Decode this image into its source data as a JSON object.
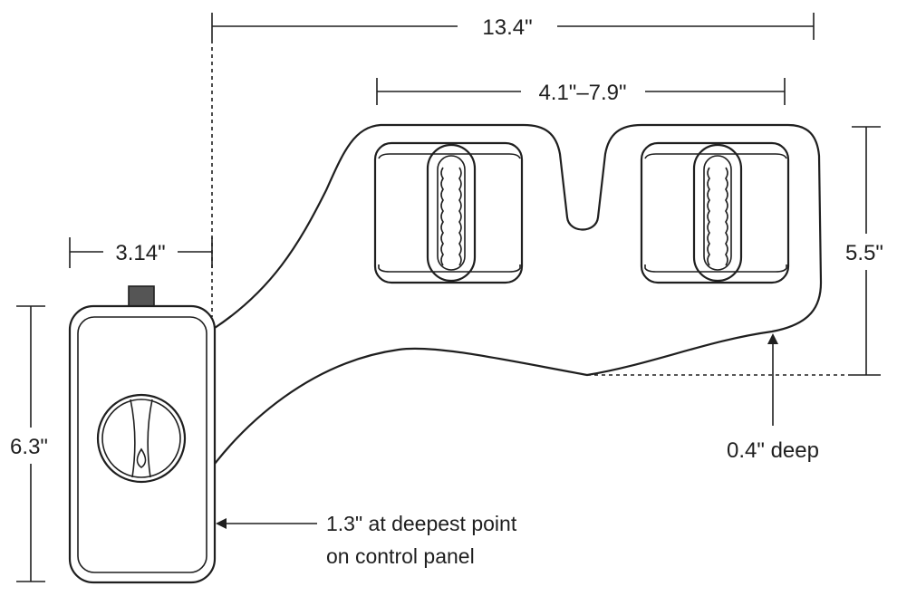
{
  "dimensions": {
    "overall_width": "13.4\"",
    "pad_spacing": "4.1\"–7.9\"",
    "panel_width": "3.14\"",
    "body_height": "5.5\"",
    "panel_height": "6.3\"",
    "plate_depth": "0.4\" deep"
  },
  "notes": {
    "panel_depth_line1": "1.3\" at deepest point",
    "panel_depth_line2": "on control panel"
  },
  "colors": {
    "line": "#1f1f1f",
    "knob_cap": "#555555",
    "background": "#ffffff"
  }
}
